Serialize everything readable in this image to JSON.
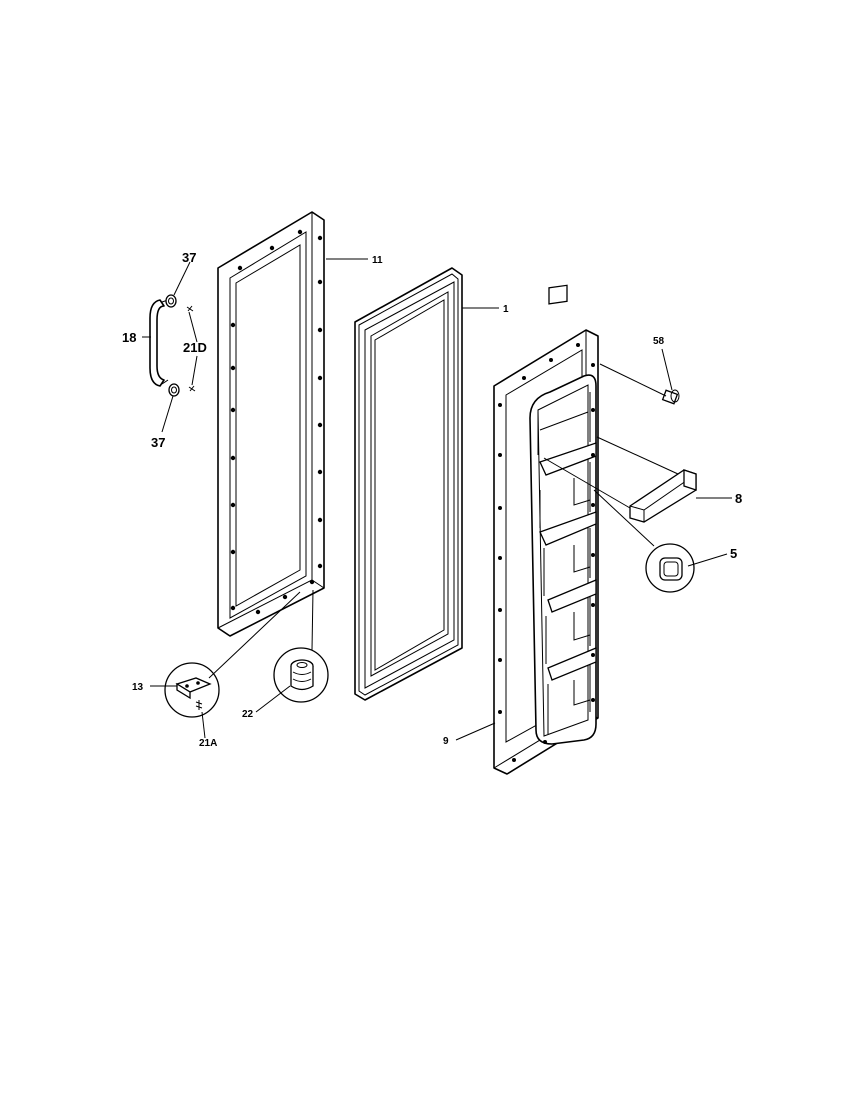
{
  "callouts": [
    {
      "id": "37_top",
      "label": "37"
    },
    {
      "id": "18",
      "label": "18"
    },
    {
      "id": "21D",
      "label": "21D"
    },
    {
      "id": "37_bottom",
      "label": "37"
    },
    {
      "id": "11",
      "label": "11"
    },
    {
      "id": "1",
      "label": "1"
    },
    {
      "id": "58",
      "label": "58"
    },
    {
      "id": "8",
      "label": "8"
    },
    {
      "id": "5",
      "label": "5"
    },
    {
      "id": "13",
      "label": "13"
    },
    {
      "id": "21A",
      "label": "21A"
    },
    {
      "id": "22",
      "label": "22"
    },
    {
      "id": "9",
      "label": "9"
    }
  ]
}
